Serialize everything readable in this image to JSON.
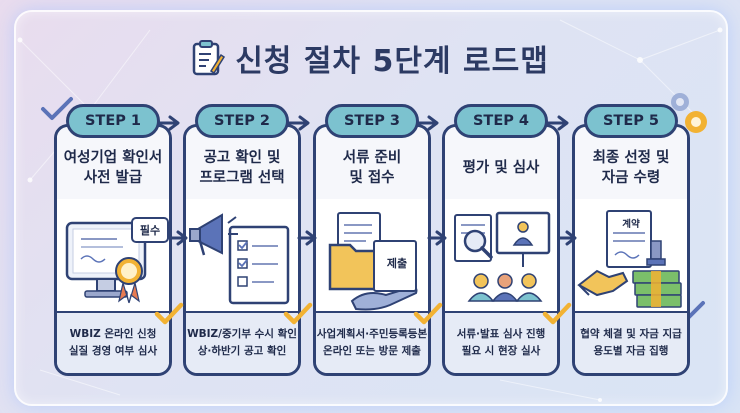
{
  "title": "신청 절차 5단계 로드맵",
  "steps": [
    {
      "badge": "STEP 1",
      "heading": "여성기업 확인서\n사전 발급",
      "detail": "WBIZ 온라인 신청\n실질 경영 여부 심사",
      "tag": "필수",
      "icon": "computer-certificate-icon"
    },
    {
      "badge": "STEP 2",
      "heading": "공고 확인 및\n프로그램 선택",
      "detail": "WBIZ/중기부 수시 확인\n상·하반기 공고 확인",
      "icon": "megaphone-checklist-icon"
    },
    {
      "badge": "STEP 3",
      "heading": "서류 준비\n및 접수",
      "detail": "사업계획서·주민등록등본\n온라인 또는 방문 제출",
      "tag": "제출",
      "icon": "folder-documents-icon"
    },
    {
      "badge": "STEP 4",
      "heading": "평가 및 심사",
      "detail": "서류·발표 심사 진행\n필요 시 현장 실사",
      "icon": "presentation-review-icon"
    },
    {
      "badge": "STEP 5",
      "heading": "최종 선정 및\n자금 수령",
      "detail": "협약 체결 및 자금 지급\n용도별 자금 집행",
      "tag": "계약",
      "icon": "handshake-money-icon"
    }
  ],
  "colors": {
    "navy": "#2f4274",
    "teal": "#7cc2cf",
    "check": "#f2b233"
  }
}
